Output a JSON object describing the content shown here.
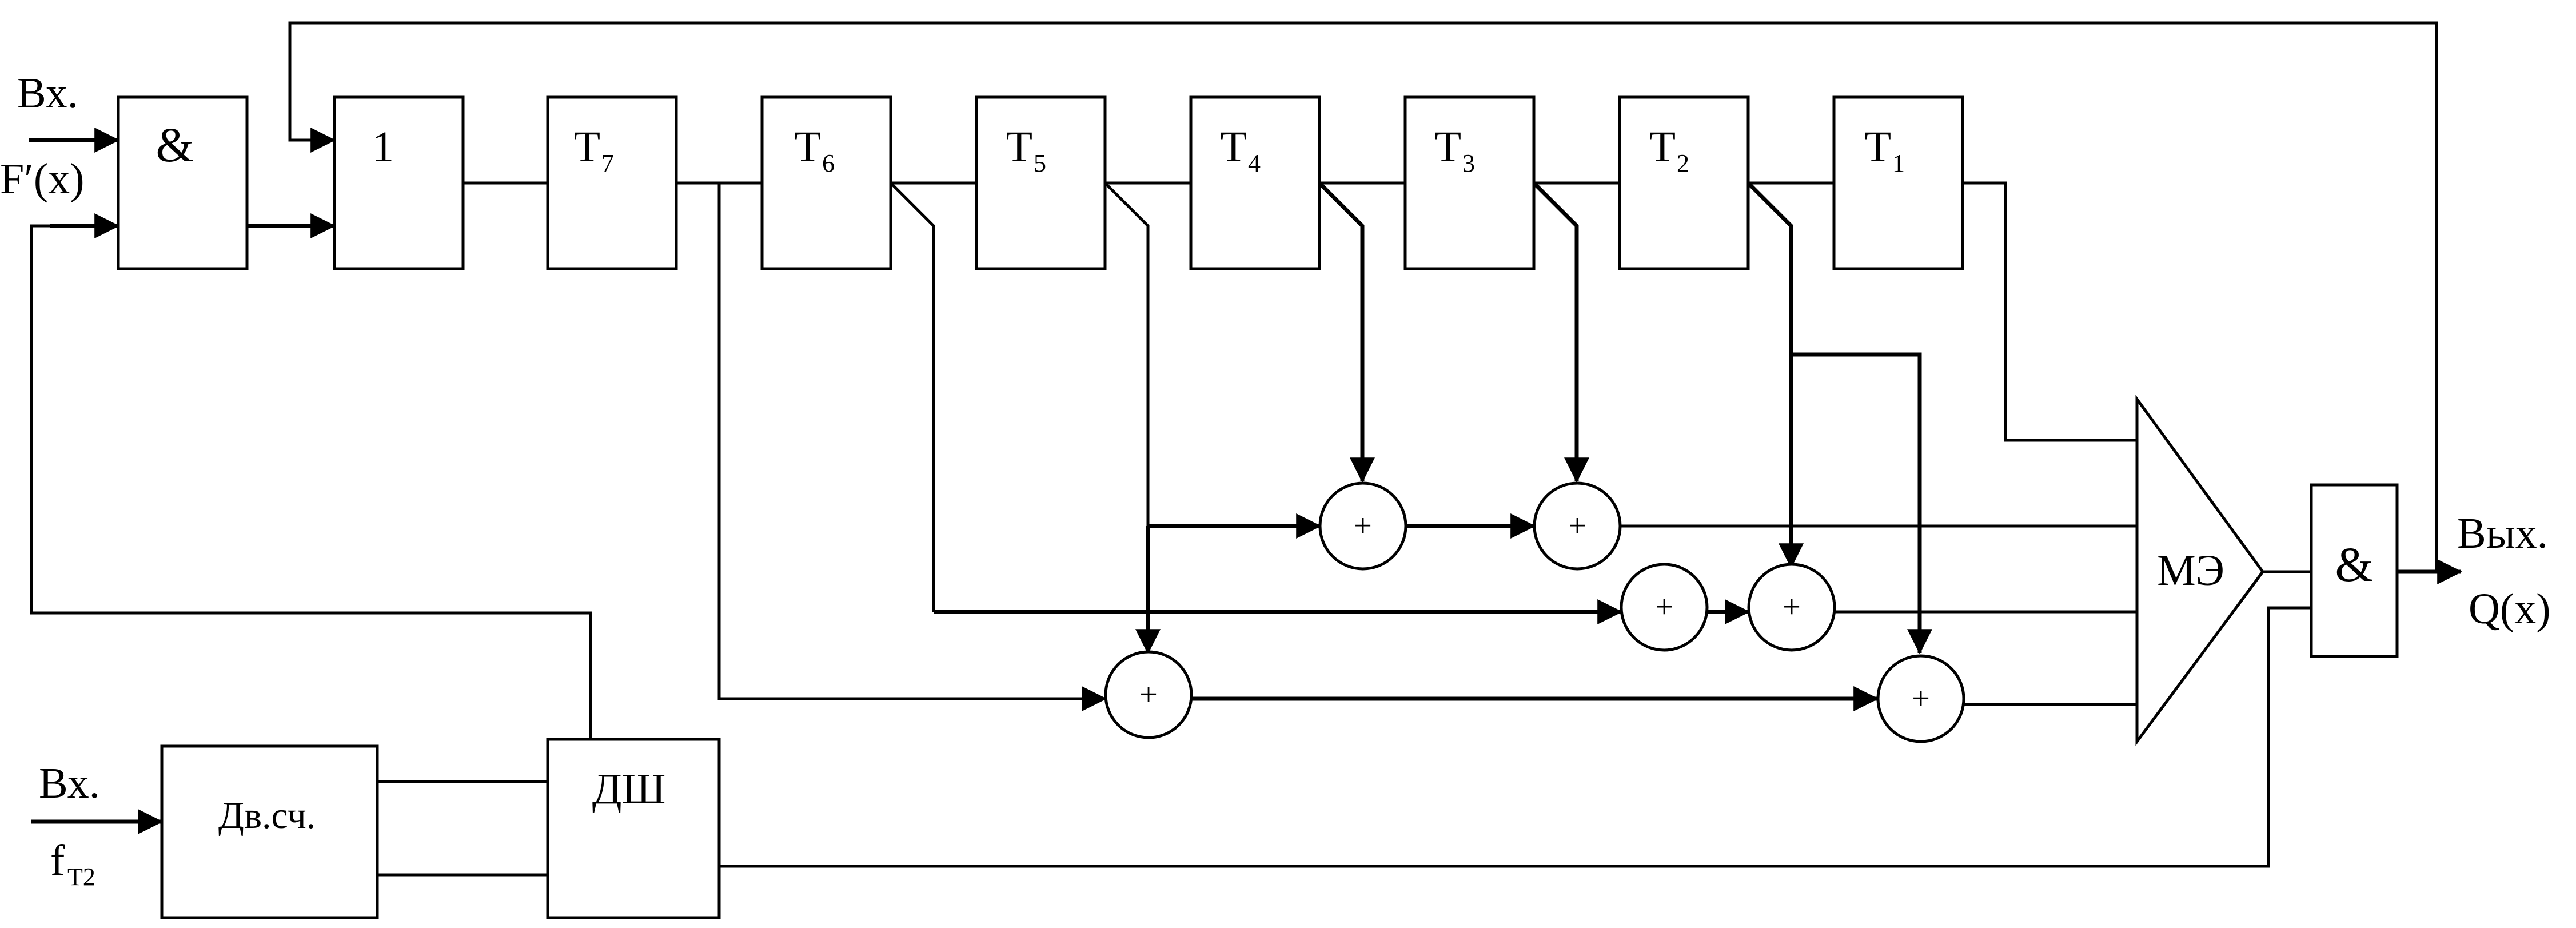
{
  "and_gate_1": {
    "symbol": "&"
  },
  "or_gate": {
    "symbol": "1"
  },
  "flipflops": [
    {
      "name": "T",
      "index": "7"
    },
    {
      "name": "T",
      "index": "6"
    },
    {
      "name": "T",
      "index": "5"
    },
    {
      "name": "T",
      "index": "4"
    },
    {
      "name": "T",
      "index": "3"
    },
    {
      "name": "T",
      "index": "2"
    },
    {
      "name": "T",
      "index": "1"
    }
  ],
  "xor_symbol": "+",
  "majority": {
    "label": "МЭ"
  },
  "and_gate_2": {
    "symbol": "&"
  },
  "counter": {
    "label": "Дв.сч."
  },
  "decoder": {
    "label": "ДШ"
  },
  "input_data": {
    "label": "Вх.",
    "signal": "F′(x)"
  },
  "input_clock": {
    "label": "Вх.",
    "signal_main": "f",
    "signal_sub": "Т2"
  },
  "output": {
    "label": "Вых.",
    "signal": "Q(x)"
  }
}
